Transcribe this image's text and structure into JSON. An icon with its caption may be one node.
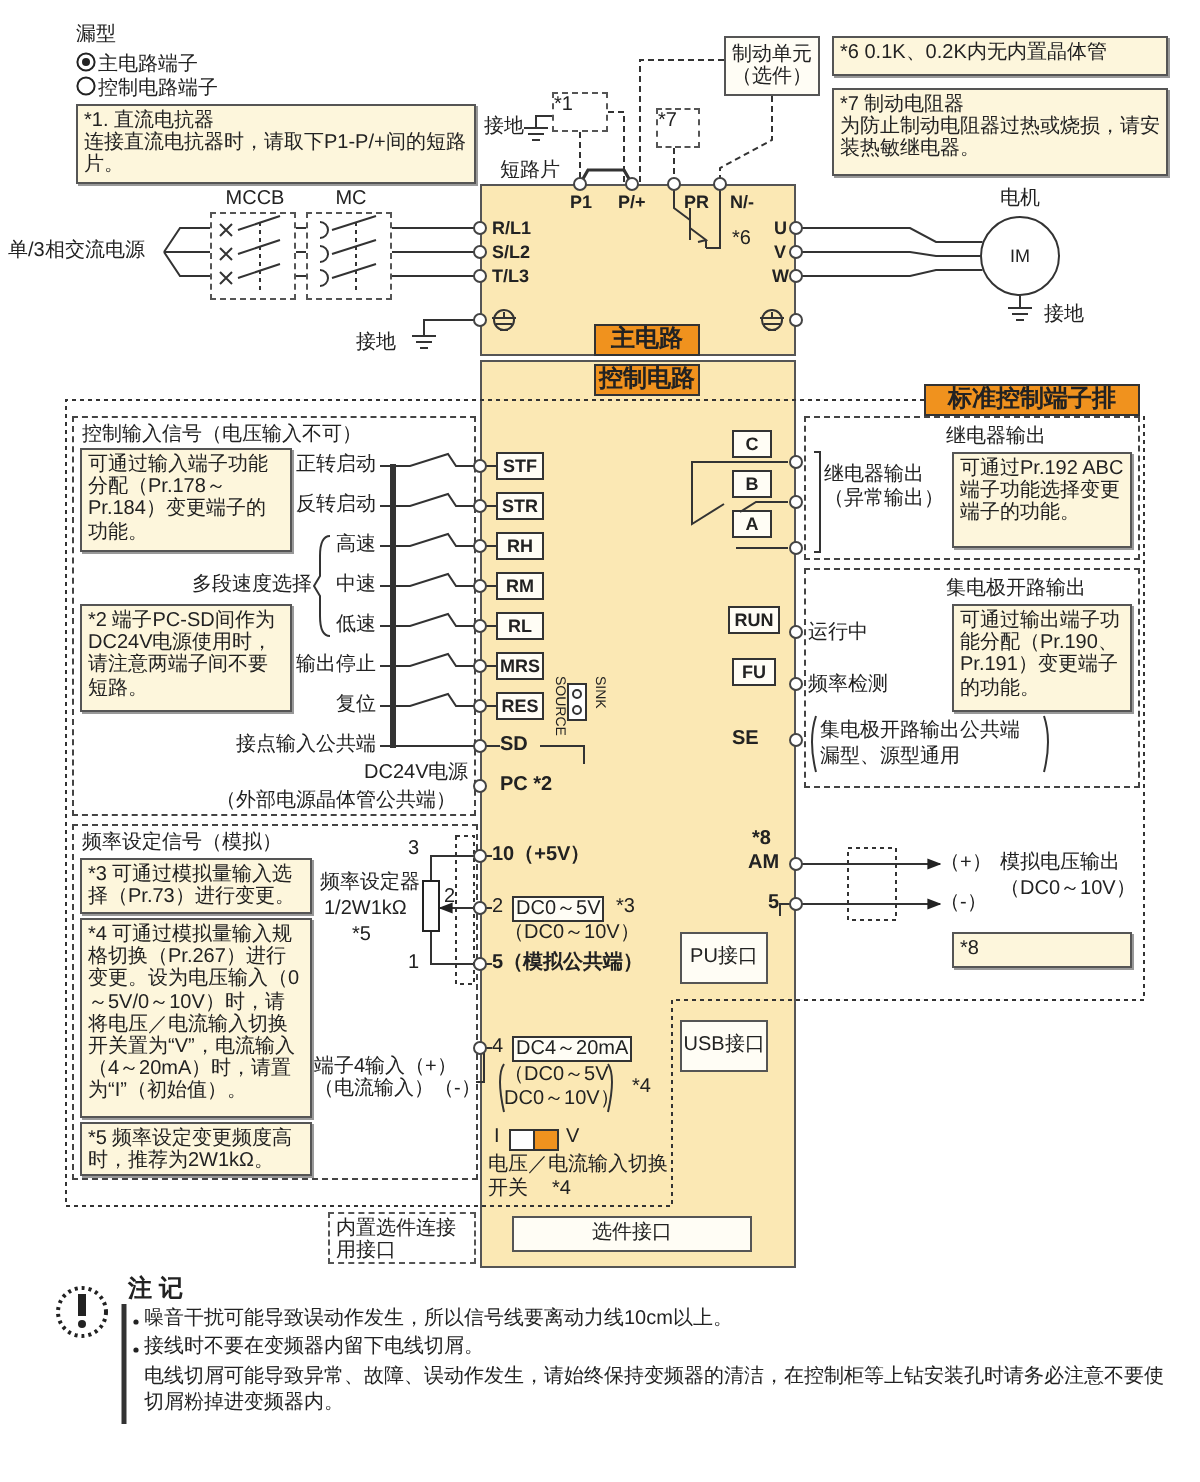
{
  "diagram": {
    "nodes": [
      {
        "text": [
          "*1. 直流电抗器",
          "连接直流电抗器时，请取下P1-P/+间的短路片。"
        ]
      },
      {
        "text": [
          "制动单元（选件）"
        ]
      },
      {
        "text": [
          "*6 0.1K、0.2K内无内置晶体管"
        ]
      },
      {
        "text": [
          "*7 制动电阻器",
          "为防止制动电阻器过热或烧损，请安装热敏继电器。"
        ]
      },
      {
        "text": [
          "*1"
        ]
      },
      {
        "text": [
          "*7"
        ]
      },
      {
        "text": [
          "单/3相交流电源"
        ]
      },
      {
        "text": [
          "MCCB"
        ]
      },
      {
        "text": [
          "MC"
        ]
      },
      {
        "text": [
          "P1",
          "P/+",
          "PR",
          "N/-",
          "R/L1",
          "S/L2",
          "T/L3",
          "U",
          "V",
          "W"
        ]
      },
      {
        "text": [
          "主电路"
        ],
        "in": 9
      },
      {
        "text": [
          "IM"
        ],
        "beside": [
          "电机"
        ]
      },
      {
        "text": [],
        "shape": "box"
      },
      {
        "text": [
          "控制电路"
        ],
        "in": 12
      },
      {
        "text": [
          "标准控制端子排"
        ]
      },
      {
        "text": [
          "控制输入信号（电压输入不可）"
        ]
      },
      {
        "text": [
          "可通过输入端子功能分配（Pr.178～Pr.184）变更端子的功能。"
        ],
        "in": 15
      },
      {
        "text": [
          "*2 端子PC-SD间作为DC24V电源使用时，请注意两端子间不要短路。"
        ],
        "in": 15
      },
      {
        "text": [
          "正转启动"
        ],
        "in": 15
      },
      {
        "text": [
          "反转启动"
        ],
        "in": 15
      },
      {
        "text": [
          "高速"
        ],
        "in": 15
      },
      {
        "text": [
          "中速"
        ],
        "in": 15
      },
      {
        "text": [
          "低速"
        ],
        "in": 15
      },
      {
        "text": [
          "输出停止"
        ],
        "in": 15
      },
      {
        "text": [
          "复位"
        ],
        "in": 15
      },
      {
        "text": [
          "接点输入公共端"
        ],
        "in": 15
      },
      {
        "text": [
          "STF"
        ],
        "in": 12
      },
      {
        "text": [
          "STR"
        ],
        "in": 12
      },
      {
        "text": [
          "RH"
        ],
        "in": 12
      },
      {
        "text": [
          "RM"
        ],
        "in": 12
      },
      {
        "text": [
          "RL"
        ],
        "in": 12
      },
      {
        "text": [
          "MRS"
        ],
        "in": 12
      },
      {
        "text": [
          "RES"
        ],
        "in": 12
      },
      {
        "text": [
          "SD"
        ],
        "in": 12
      },
      {
        "text": [
          "PC *2"
        ],
        "in": 12
      },
      {
        "text": [
          "继电器输出"
        ]
      },
      {
        "text": [
          "可通过Pr.192 ABC端子功能选择变更端子的功能。"
        ],
        "in": 35
      },
      {
        "text": [
          "C"
        ],
        "in": 12
      },
      {
        "text": [
          "B"
        ],
        "in": 12
      },
      {
        "text": [
          "A"
        ],
        "in": 12
      },
      {
        "text": [
          "集电极开路输出"
        ]
      },
      {
        "text": [
          "可通过输出端子功能分配（Pr.190、Pr.191）变更端子的功能。"
        ],
        "in": 40
      },
      {
        "text": [
          "RUN"
        ],
        "in": 12
      },
      {
        "text": [
          "FU"
        ],
        "in": 12
      },
      {
        "text": [
          "SE"
        ],
        "in": 12
      },
      {
        "text": [
          "频率设定信号（模拟）"
        ]
      },
      {
        "text": [
          "*3 可通过模拟量输入选择（Pr.73）进行变更。"
        ],
        "in": 45
      },
      {
        "text": [
          "*4 可通过模拟量输入规格切换（Pr.267）进行变更。设为电压输入（0～5V/0～10V）时，请将电压／电流输入切换开关置为“V”，电流输入（4～20mA）时，请置为“I”（初始值）。"
        ],
        "in": 45
      },
      {
        "text": [
          "*5 频率设定变更频度高时，推荐为2W1kΩ。"
        ],
        "in": 45
      },
      {
        "text": [],
        "shape": "resistor",
        "in": 45,
        "beside": [
          "频率设定器",
          "1/2W1kΩ",
          "*5"
        ]
      },
      {
        "text": [
          "10（+5V）"
        ],
        "in": 12
      },
      {
        "text": [
          "2",
          "DC0～5V",
          "*3",
          "（DC0～10V）"
        ],
        "in": 12
      },
      {
        "text": [
          "5（模拟公共端）"
        ],
        "in": 12
      },
      {
        "text": [
          "4",
          "DC4～20mA",
          "（DC0～5V DC0～10V）",
          "*4"
        ],
        "in": 12
      },
      {
        "text": [
          "端子4输入（+）",
          "（电流输入）（-）"
        ],
        "in": 45
      },
      {
        "text": [
          "*8",
          "AM"
        ],
        "in": 12
      },
      {
        "text": [
          "5"
        ],
        "in": 12
      },
      {
        "text": [
          "（+）"
        ]
      },
      {
        "text": [
          "（-）"
        ]
      },
      {
        "text": [
          "*8"
        ]
      },
      {
        "text": [
          "PU接口"
        ],
        "in": 12
      },
      {
        "text": [
          "USB接口"
        ],
        "in": 12
      },
      {
        "text": [
          "内置选件连接用接口"
        ]
      },
      {
        "text": [
          "选件接口"
        ],
        "in": 12
      },
      {
        "text": [],
        "shape": "bar",
        "in": 15
      }
    ],
    "edges": [
      {
        "from": 6,
        "to": 7,
        "arrow": "none"
      },
      {
        "from": 6,
        "to": 7,
        "arrow": "none"
      },
      {
        "from": 6,
        "to": 7,
        "arrow": "none"
      },
      {
        "from": 9,
        "to": 11,
        "arrow": "none"
      },
      {
        "from": 9,
        "to": 11,
        "arrow": "none"
      },
      {
        "from": 9,
        "to": 11,
        "arrow": "none"
      },
      {
        "from": 4,
        "to": 9,
        "arrow": "none",
        "style": "dashed"
      },
      {
        "from": 4,
        "to": 9,
        "arrow": "none",
        "style": "dashed"
      },
      {
        "from": 1,
        "to": 9,
        "arrow": "none",
        "style": "dashed"
      },
      {
        "from": 1,
        "to": 9,
        "arrow": "none",
        "style": "dashed"
      },
      {
        "from": 5,
        "to": 9,
        "arrow": "none",
        "style": "dashed"
      },
      {
        "from": 64,
        "to": 26,
        "arrow": "none"
      },
      {
        "from": 64,
        "to": 27,
        "arrow": "none"
      },
      {
        "from": 64,
        "to": 28,
        "arrow": "none"
      },
      {
        "from": 64,
        "to": 29,
        "arrow": "none"
      },
      {
        "from": 64,
        "to": 30,
        "arrow": "none"
      },
      {
        "from": 64,
        "to": 31,
        "arrow": "none"
      },
      {
        "from": 64,
        "to": 32,
        "arrow": "none"
      },
      {
        "from": 64,
        "to": 33,
        "arrow": "none"
      },
      {
        "from": 49,
        "to": 50,
        "arrow": "none"
      },
      {
        "from": 51,
        "to": 49,
        "arrow": "to"
      },
      {
        "from": 49,
        "to": 52,
        "arrow": "none"
      },
      {
        "from": 54,
        "to": 53,
        "arrow": "none"
      },
      {
        "from": 55,
        "to": 57,
        "arrow": "to"
      },
      {
        "from": 56,
        "to": 58,
        "arrow": "to"
      },
      {
        "from": 7,
        "to": 8,
        "arrow": "none"
      },
      {
        "from": 7,
        "to": 8,
        "arrow": "none"
      },
      {
        "from": 7,
        "to": 8,
        "arrow": "none"
      },
      {
        "from": 8,
        "to": 9,
        "arrow": "none"
      },
      {
        "from": 8,
        "to": 9,
        "arrow": "none"
      },
      {
        "from": 8,
        "to": 9,
        "arrow": "none"
      },
      {
        "from": 18,
        "to": 64,
        "arrow": "none"
      },
      {
        "from": 19,
        "to": 64,
        "arrow": "none"
      },
      {
        "from": 20,
        "to": 64,
        "arrow": "none"
      },
      {
        "from": 21,
        "to": 64,
        "arrow": "none"
      },
      {
        "from": 22,
        "to": 64,
        "arrow": "none"
      },
      {
        "from": 23,
        "to": 64,
        "arrow": "none"
      },
      {
        "from": 24,
        "to": 64,
        "arrow": "none"
      },
      {
        "from": 25,
        "to": 64,
        "arrow": "none"
      }
    ],
    "labels": [
      "漏型",
      "接地",
      "短路片",
      "*6",
      "接地",
      "接地",
      "多段速度选择",
      "DC24V电源",
      "（外部电源晶体管公共端）",
      "SOURCE",
      "SINK",
      "继电器输出（异常输出）",
      "运行中",
      "频率检测",
      "集电极开路输出公共端",
      "漏型、源型通用",
      "3",
      "2",
      "1",
      "I",
      "V",
      "电压／电流输入切换开关",
      "*4",
      "模拟电压输出",
      "（DC0～10V）",
      "注 记",
      "噪音干扰可能导致误动作发生，所以信号线要离动力线10cm以上。",
      "接线时不要在变频器内留下电线切屑。",
      "电线切屑可能导致异常、故障、误动作发生，请始终保持变频器的清洁，在控制柜等上钻安装孔时请务必注意不要使切屑粉掉进变频器内。"
    ],
    "legend": [
      {
        "text": "主电路端子"
      },
      {
        "text": "控制电路端子"
      }
    ]
  }
}
